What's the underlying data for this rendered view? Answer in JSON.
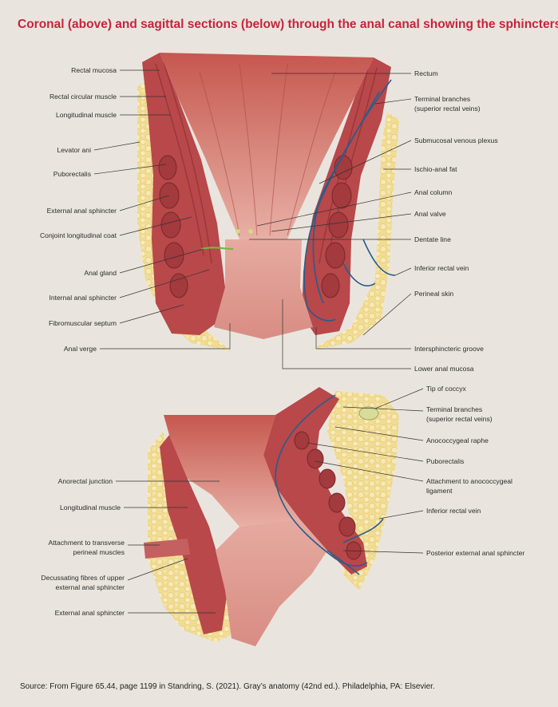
{
  "title": "Coronal (above) and sagittal sections (below) through the anal canal showing the sphincters",
  "source": "Source: From Figure 65.44, page 1199 in Standring, S. (2021). Gray’s anatomy (42nd ed.). Philadelphia, PA: Elsevier.",
  "coronal": {
    "left_labels": [
      "Rectal mucosa",
      "Rectal circular muscle",
      "Longitudinal muscle",
      "Levator ani",
      "Puborectalis",
      "External anal sphincter",
      "Conjoint longitudinal coat",
      "Anal gland",
      "Internal anal sphincter",
      "Fibromuscular septum",
      "Anal verge"
    ],
    "right_labels": [
      "Rectum",
      "Terminal branches",
      "(superior rectal veins)",
      "Submucosal venous plexus",
      "Ischio-anal fat",
      "Anal column",
      "Anal valve",
      "Dentate line",
      "Inferior rectal vein",
      "Perineal skin",
      "Intersphincteric groove",
      "Lower anal mucosa"
    ]
  },
  "sagittal": {
    "left_labels": [
      "Anorectal junction",
      "Longitudinal muscle",
      "Attachment to transverse",
      "perineal muscles",
      "Decussating fibres of upper",
      "external anal sphincter",
      "External anal sphincter"
    ],
    "right_labels": [
      "Tip of coccyx",
      "Terminal branches",
      "(superior rectal veins)",
      "Anococcygeal raphe",
      "Puborectalis",
      "Attachment to anococcygeal",
      "ligament",
      "Inferior rectal vein",
      "Posterior external anal sphincter"
    ]
  },
  "colors": {
    "title": "#c5243d",
    "fat": "#f0d98a",
    "muscle": "#b8484a",
    "mucosa": "#d77c74",
    "vein": "#2a5c8c"
  }
}
